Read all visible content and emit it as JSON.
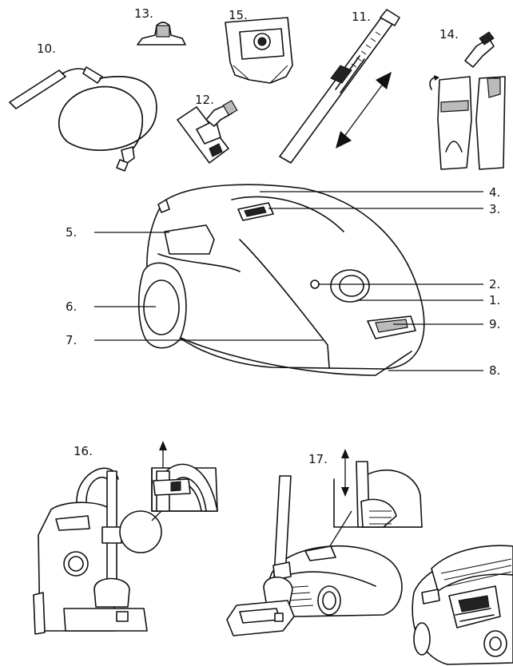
{
  "callouts": {
    "c1": "1.",
    "c2": "2.",
    "c3": "3.",
    "c4": "4.",
    "c5": "5.",
    "c6": "6.",
    "c7": "7.",
    "c8": "8.",
    "c9": "9.",
    "c10": "10.",
    "c11": "11.",
    "c12": "12.",
    "c13": "13.",
    "c14": "14.",
    "c15": "15.",
    "c16": "16.",
    "c17": "17."
  }
}
